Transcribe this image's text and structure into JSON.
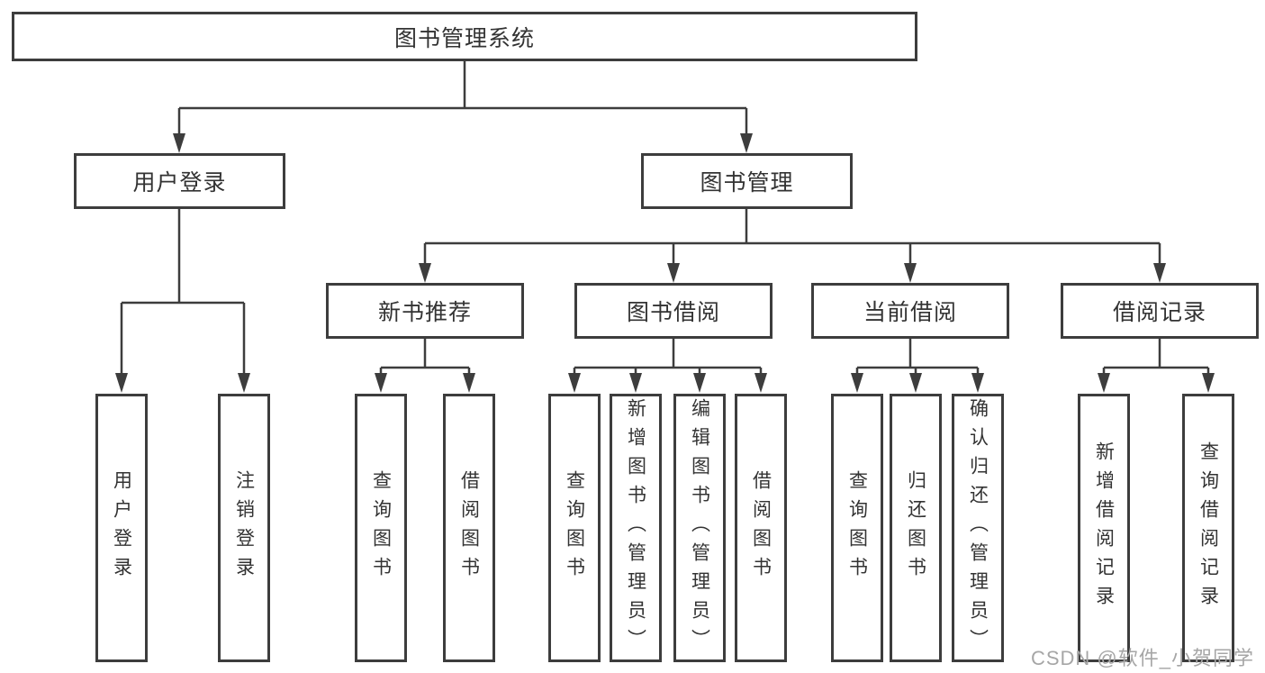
{
  "colors": {
    "background": "#ffffff",
    "line": "#3d3d3d",
    "box_border": "#3d3d3d",
    "box_fill": "#ffffff",
    "text": "#333333",
    "watermark": "#a6a6a6"
  },
  "watermark": {
    "text": "CSDN @软件_小贺同学"
  },
  "diagram": {
    "root": {
      "label": "图书管理系统"
    },
    "children": [
      {
        "label": "用户登录",
        "children": [
          {
            "label": "用户登录"
          },
          {
            "label": "注销登录"
          }
        ]
      },
      {
        "label": "图书管理",
        "children": [
          {
            "label": "新书推荐",
            "children": [
              {
                "label": "查询图书"
              },
              {
                "label": "借阅图书"
              }
            ]
          },
          {
            "label": "图书借阅",
            "children": [
              {
                "label": "查询图书"
              },
              {
                "label": "新增图书（管理员）"
              },
              {
                "label": "编辑图书（管理员）"
              },
              {
                "label": "借阅图书"
              }
            ]
          },
          {
            "label": "当前借阅",
            "children": [
              {
                "label": "查询图书"
              },
              {
                "label": "归还图书"
              },
              {
                "label": "确认归还（管理员）"
              }
            ]
          },
          {
            "label": "借阅记录",
            "children": [
              {
                "label": "新增借阅记录"
              },
              {
                "label": "查询借阅记录"
              }
            ]
          }
        ]
      }
    ]
  }
}
